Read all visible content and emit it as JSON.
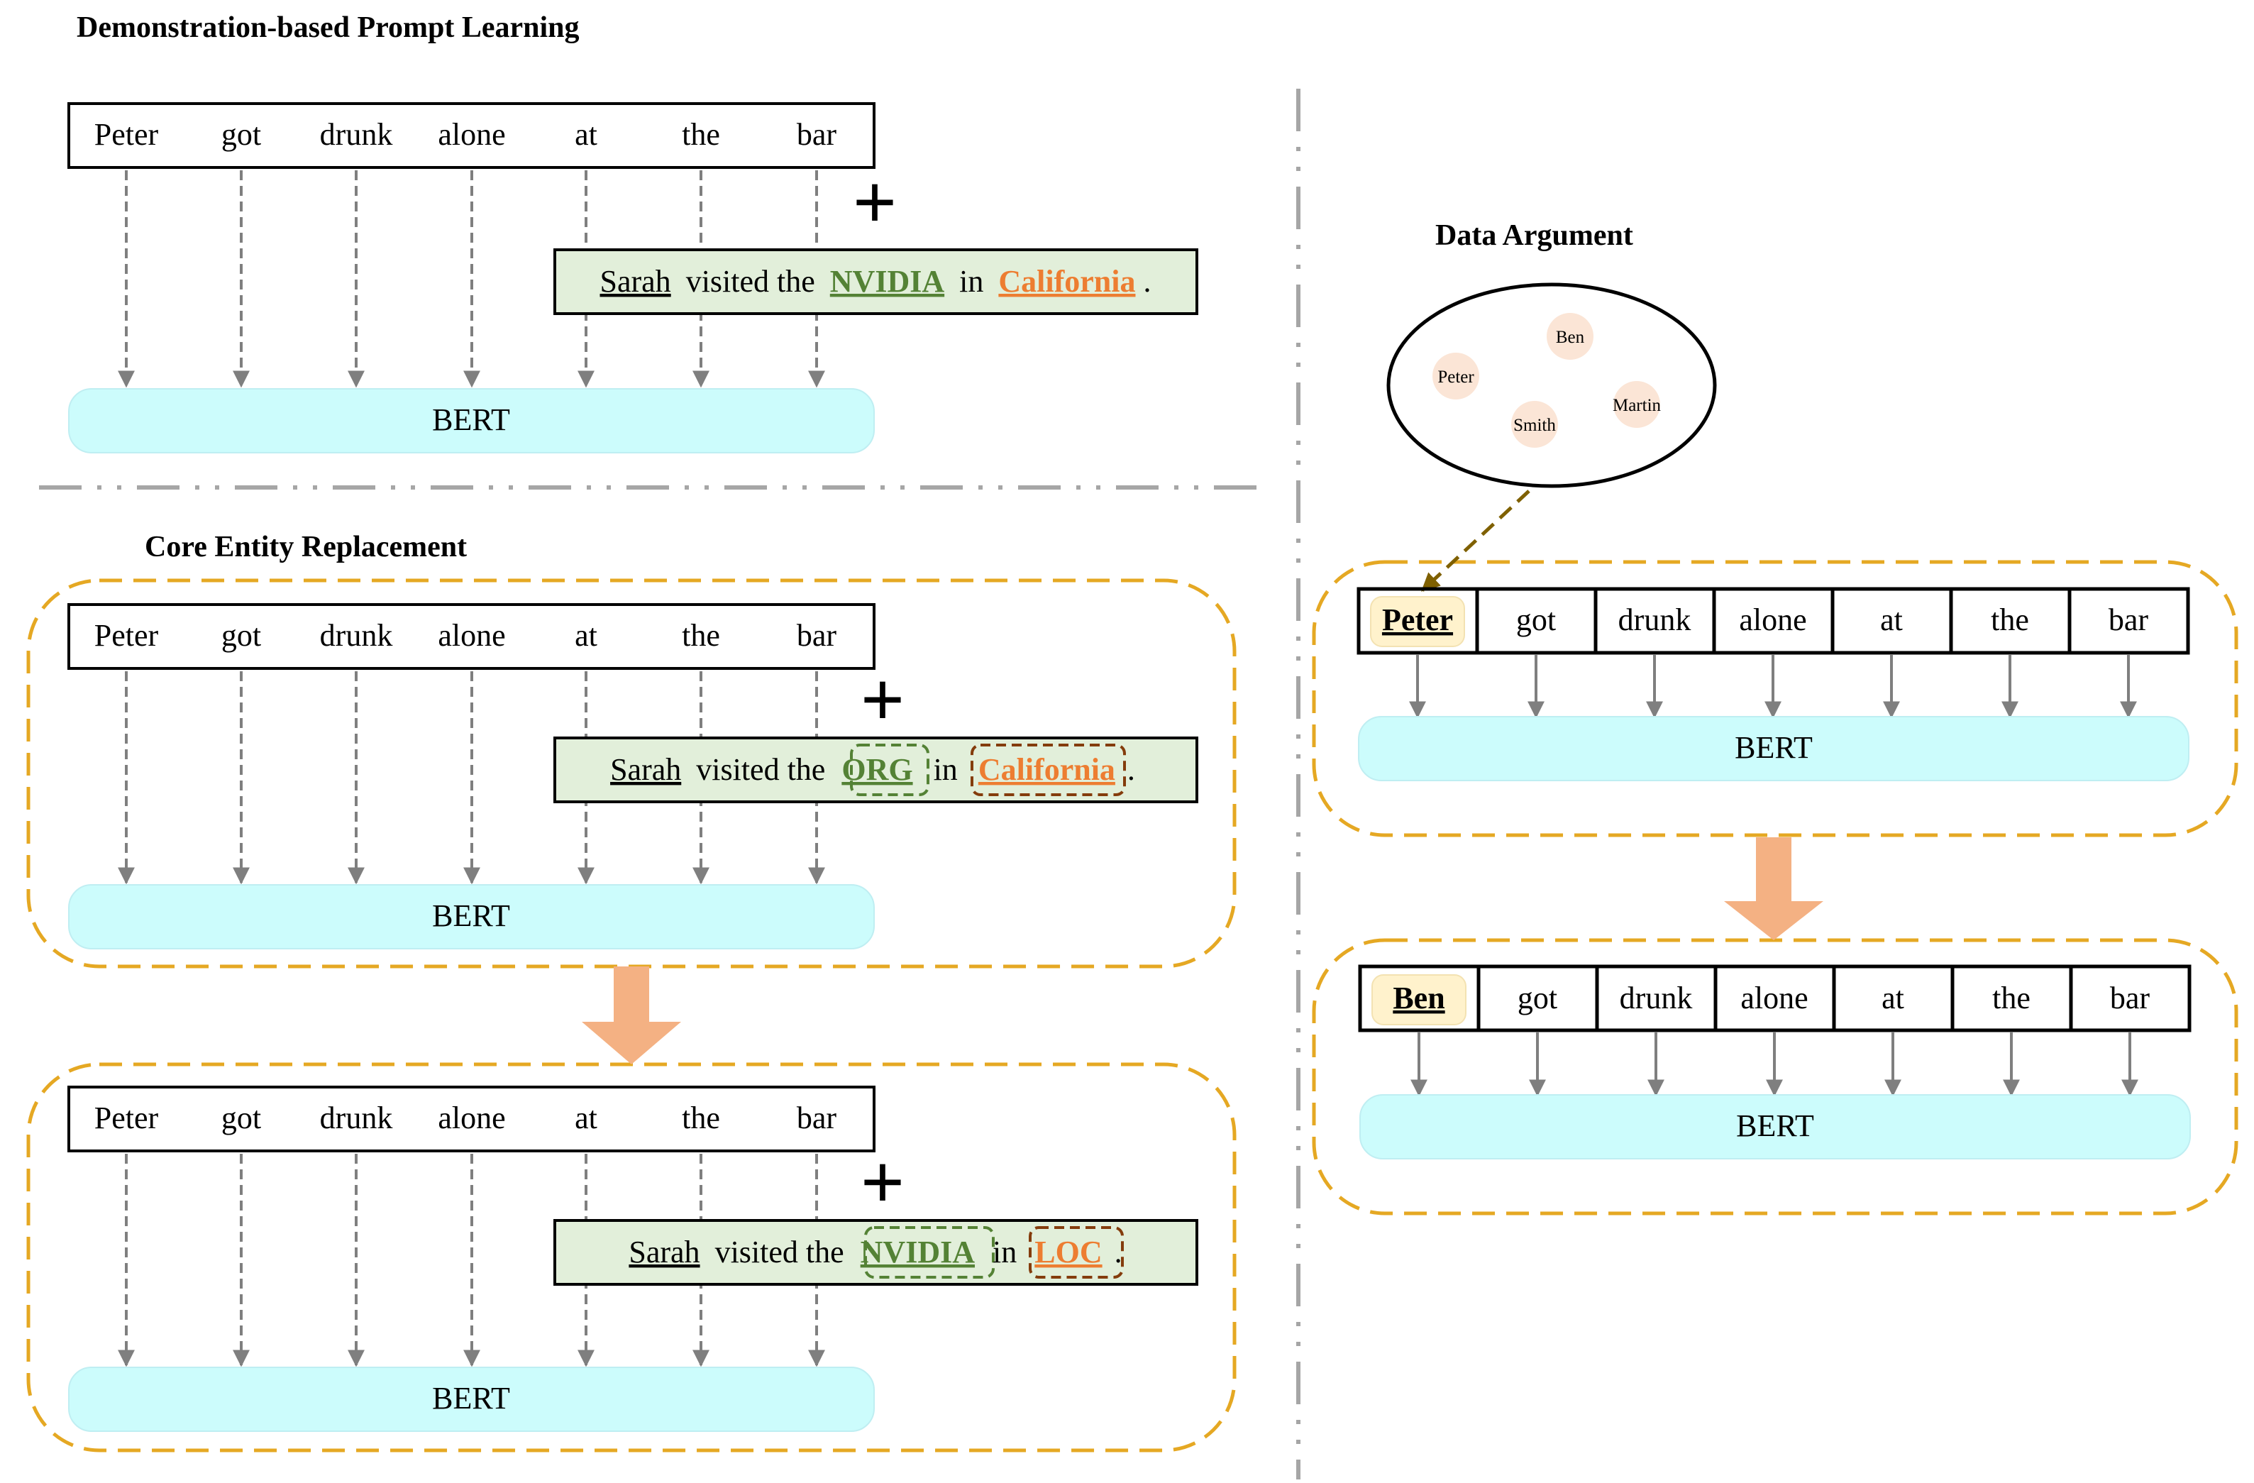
{
  "sections": {
    "demo_title": "Demonstration-based Prompt Learning",
    "core_title": "Core Entity Replacement",
    "aug_title": "Data Argument"
  },
  "sentence": [
    "Peter",
    "got",
    "drunk",
    "alone",
    "at",
    "the",
    "bar"
  ],
  "encoder_label": "BERT",
  "plus_symbol": "+",
  "demonstrations": {
    "original": {
      "name": "Sarah",
      "verb": "visited the",
      "org": "NVIDIA",
      "prep": "in",
      "loc": "California",
      "end": "."
    },
    "org_masked": {
      "name": "Sarah",
      "verb": "visited the",
      "org": "ORG",
      "prep": "in",
      "loc": "California",
      "end": "."
    },
    "loc_masked": {
      "name": "Sarah",
      "verb": "visited the",
      "org": "NVIDIA",
      "prep": "in",
      "loc": "LOC",
      "end": "."
    }
  },
  "name_pool": [
    "Ben",
    "Peter",
    "Martin",
    "Smith"
  ],
  "augmented_first_token": "Ben",
  "colors": {
    "bert_fill": "#ccfcfc",
    "demo_fill": "#e2efda",
    "org_green": "#548235",
    "loc_orange": "#ed7d31",
    "dashed_box": "#e5a823",
    "flow_arrow": "#f4b183",
    "token_highlight": "#fff2cc",
    "name_bubble": "#fbe5d6",
    "dash_arrow_brown": "#7f6000",
    "mask_brown": "#843c0c"
  }
}
